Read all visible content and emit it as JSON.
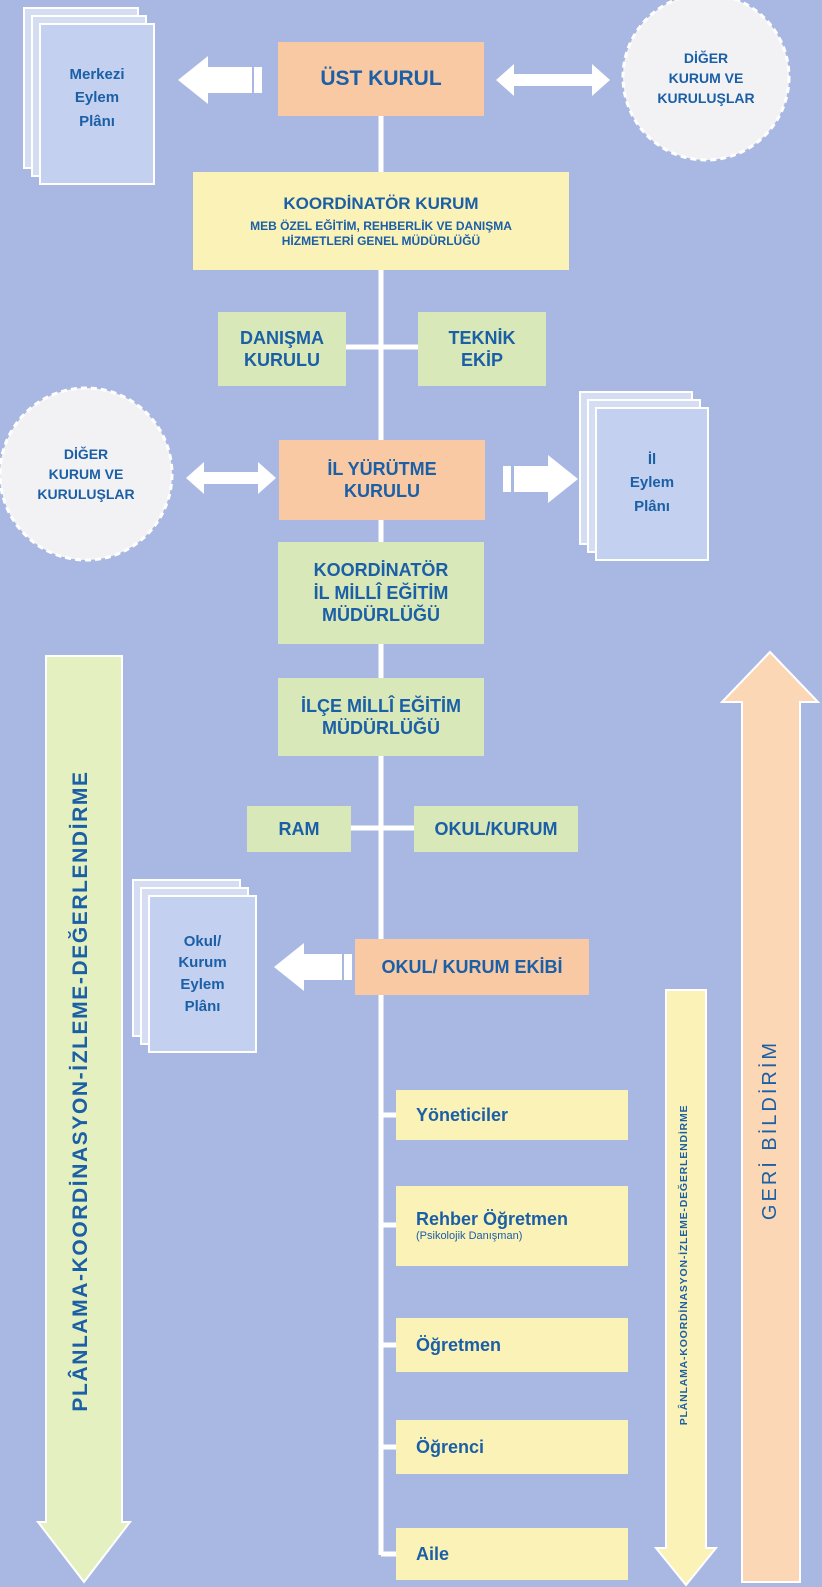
{
  "colors": {
    "background": "#a9b8e2",
    "orange_box": "#f9c9a4",
    "yellow_box": "#fbf2b8",
    "green_box": "#d9e8b8",
    "text": "#1b5fa6",
    "connector": "#ffffff"
  },
  "top": {
    "ust_kurul": "ÜST KURUL",
    "merkezi_plan": [
      "Merkezi",
      "Eylem",
      "Plânı"
    ],
    "diger_kurum": [
      "DİĞER",
      "KURUM VE",
      "KURULUŞLAR"
    ]
  },
  "koordinator_kurum": {
    "title": "KOORDİNATÖR KURUM",
    "line1": "MEB ÖZEL EĞİTİM, REHBERLİK VE DANIŞMA",
    "line2": "HİZMETLERİ GENEL MÜDÜRLÜĞÜ"
  },
  "danisma_kurulu": [
    "DANIŞMA",
    "KURULU"
  ],
  "teknik_ekip": [
    "TEKNİK",
    "EKİP"
  ],
  "il": {
    "diger_kurum": [
      "DİĞER",
      "KURUM VE",
      "KURULUŞLAR"
    ],
    "yurutme_kurulu": [
      "İL YÜRÜTME",
      "KURULU"
    ],
    "eylem_plani": [
      "İl",
      "Eylem",
      "Plânı"
    ]
  },
  "koordinator_il": [
    "KOORDİNATÖR",
    "İL MİLLÎ EĞİTİM",
    "MÜDÜRLÜĞÜ"
  ],
  "ilce": [
    "İLÇE MİLLÎ EĞİTİM",
    "MÜDÜRLÜĞÜ"
  ],
  "ram": "RAM",
  "okul_kurum": "OKUL/KURUM",
  "okul_plan": [
    "Okul/",
    "Kurum",
    "Eylem",
    "Plânı"
  ],
  "okul_ekibi": "OKUL/ KURUM EKİBİ",
  "members": {
    "yoneticiler": "Yöneticiler",
    "rehber_ogretmen": "Rehber Öğretmen",
    "rehber_sub": "(Psikolojik Danışman)",
    "ogretmen": "Öğretmen",
    "ogrenci": "Öğrenci",
    "aile": "Aile"
  },
  "side_labels": {
    "left_long": "PLÂNLAMA-KOORDİNASYON-İZLEME-DEĞERLENDİRME",
    "right_small": "PLÂNLAMA-KOORDİNASYON-İZLEME-DEĞERLENDİRME",
    "feedback": "GERİ BİLDİRİM"
  }
}
